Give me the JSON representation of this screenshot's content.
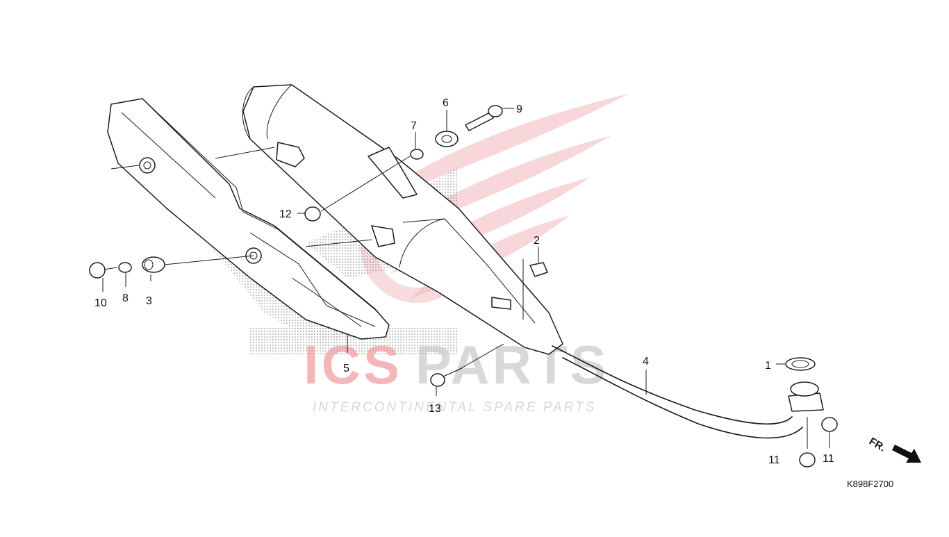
{
  "diagram": {
    "part_code": "K898F2700",
    "direction_label": "FR.",
    "watermark": {
      "brand_left": "ICS",
      "brand_right": "PARTS",
      "tagline": "INTERCONTINENTAL SPARE PARTS",
      "colors": {
        "red": "#e8101a",
        "grey": "#8a8a8a"
      }
    },
    "callouts": [
      "1",
      "2",
      "3",
      "4",
      "5",
      "6",
      "7",
      "8",
      "9",
      "10",
      "11",
      "11",
      "12",
      "13"
    ]
  }
}
